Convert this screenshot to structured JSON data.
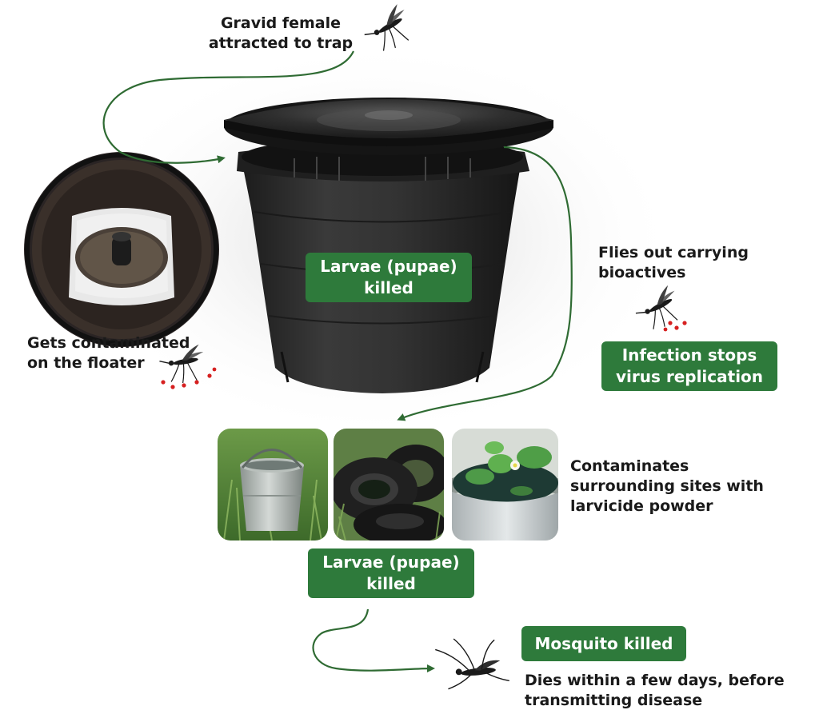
{
  "colors": {
    "accent_green": "#2e7a3b",
    "arrow_green": "#2f6b33",
    "trap_black": "#2a2a2a",
    "mosquito_black": "#1a1a1a",
    "powder_red": "#d62020"
  },
  "icons": [
    "mosquito-icon",
    "mosquito-powder-icon",
    "dead-mosquito-icon"
  ],
  "labels": {
    "gravid_female": [
      "Gravid female",
      "attracted to trap"
    ],
    "flies_out": [
      "Flies out carrying",
      "bioactives"
    ],
    "contaminated_floater": [
      "Gets contaminated",
      "on the floater"
    ],
    "contaminates_sites": [
      "Contaminates",
      "surrounding sites with",
      "larvicide powder"
    ],
    "dies": [
      "Dies within a few days, before",
      "transmitting disease"
    ]
  },
  "boxes": {
    "larvae_trap": [
      "Larvae (pupae)",
      "killed"
    ],
    "infection": [
      "Infection stops",
      "virus replication"
    ],
    "larvae_sites": [
      "Larvae (pupae)",
      "killed"
    ],
    "mosquito_killed": [
      "Mosquito killed"
    ]
  },
  "photos": [
    "floater-photo",
    "bucket-photo",
    "tires-photo",
    "water-pot-photo"
  ]
}
